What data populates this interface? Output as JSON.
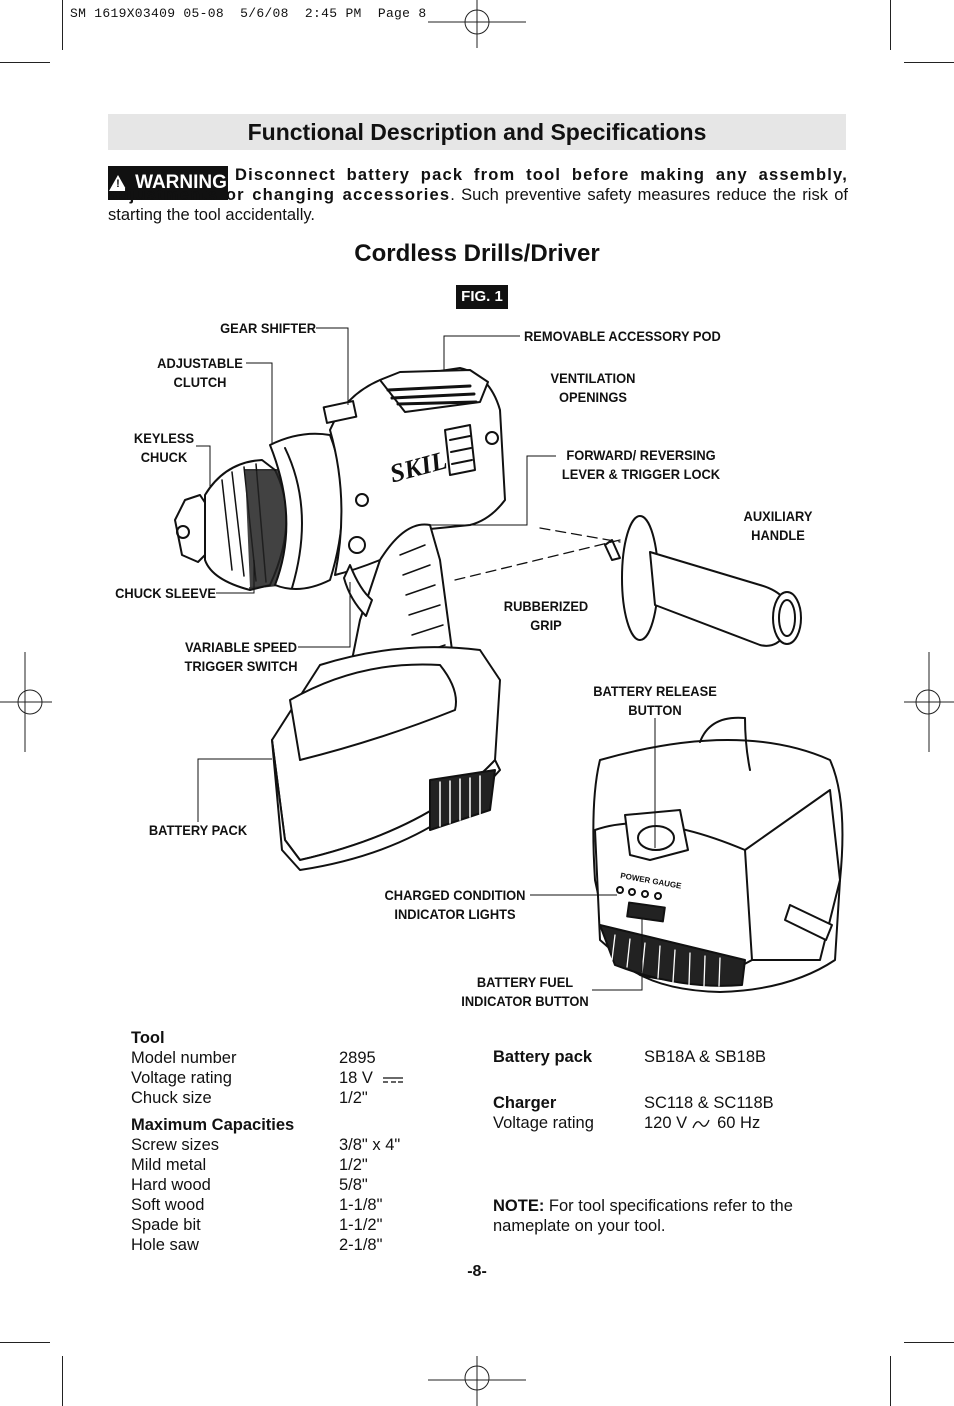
{
  "printer_line": "SM 1619X03409 05-08  5/6/08  2:45 PM  Page 8",
  "title": "Functional Description and Specifications",
  "warning": {
    "badge": "WARNING",
    "bold_text": "Disconnect battery pack from tool before making any assembly, adjustments or changing accessories",
    "text": ". Such preventive safety measures reduce the risk of starting the tool accidentally."
  },
  "subtitle": "Cordless Drills/Driver",
  "figure": {
    "label": "FIG. 1",
    "brand": "SKIL",
    "gauge_text": "POWER GAUGE",
    "callouts": {
      "gear_shifter": "GEAR SHIFTER",
      "removable_pod": "REMOVABLE ACCESSORY POD",
      "adjustable_clutch_1": "ADJUSTABLE",
      "adjustable_clutch_2": "CLUTCH",
      "ventilation_1": "VENTILATION",
      "ventilation_2": "OPENINGS",
      "keyless_1": "KEYLESS",
      "keyless_2": "CHUCK",
      "forward_1": "FORWARD/ REVERSING",
      "forward_2": "LEVER & TRIGGER LOCK",
      "auxiliary_1": "AUXILIARY",
      "auxiliary_2": "HANDLE",
      "chuck_sleeve": "CHUCK SLEEVE",
      "rubberized_1": "RUBBERIZED",
      "rubberized_2": "GRIP",
      "trigger_1": "VARIABLE SPEED",
      "trigger_2": "TRIGGER SWITCH",
      "release_1": "BATTERY RELEASE",
      "release_2": "BUTTON",
      "battery_pack": "BATTERY PACK",
      "charged_1": "CHARGED CONDITION",
      "charged_2": "INDICATOR LIGHTS",
      "fuel_1": "BATTERY FUEL",
      "fuel_2": "INDICATOR BUTTON"
    }
  },
  "tool_specs": {
    "heading": "Tool",
    "rows": [
      {
        "k": "Model number",
        "v": "2895"
      },
      {
        "k": "Voltage rating",
        "v": "18 V"
      },
      {
        "k": "Chuck size",
        "v": "1/2\""
      }
    ],
    "cap_heading": "Maximum Capacities",
    "cap_rows": [
      {
        "k": "Screw sizes",
        "v": "3/8\" x 4\""
      },
      {
        "k": "Mild metal",
        "v": "1/2\""
      },
      {
        "k": "Hard wood",
        "v": "5/8\""
      },
      {
        "k": "Soft wood",
        "v": "1-1/8\""
      },
      {
        "k": "Spade bit",
        "v": "1-1/2\""
      },
      {
        "k": "Hole saw",
        "v": "2-1/8\""
      }
    ]
  },
  "battery_specs": {
    "battery_k": "Battery pack",
    "battery_v": "SB18A & SB18B",
    "charger_k": "Charger",
    "charger_v": "SC118 & SC118B",
    "voltage_k": "Voltage rating",
    "voltage_v1": "120 V",
    "voltage_v2": "60 Hz",
    "note_bold": "NOTE:",
    "note_text": " For tool specifications refer to the nameplate on your tool."
  },
  "page_number": "-8-"
}
